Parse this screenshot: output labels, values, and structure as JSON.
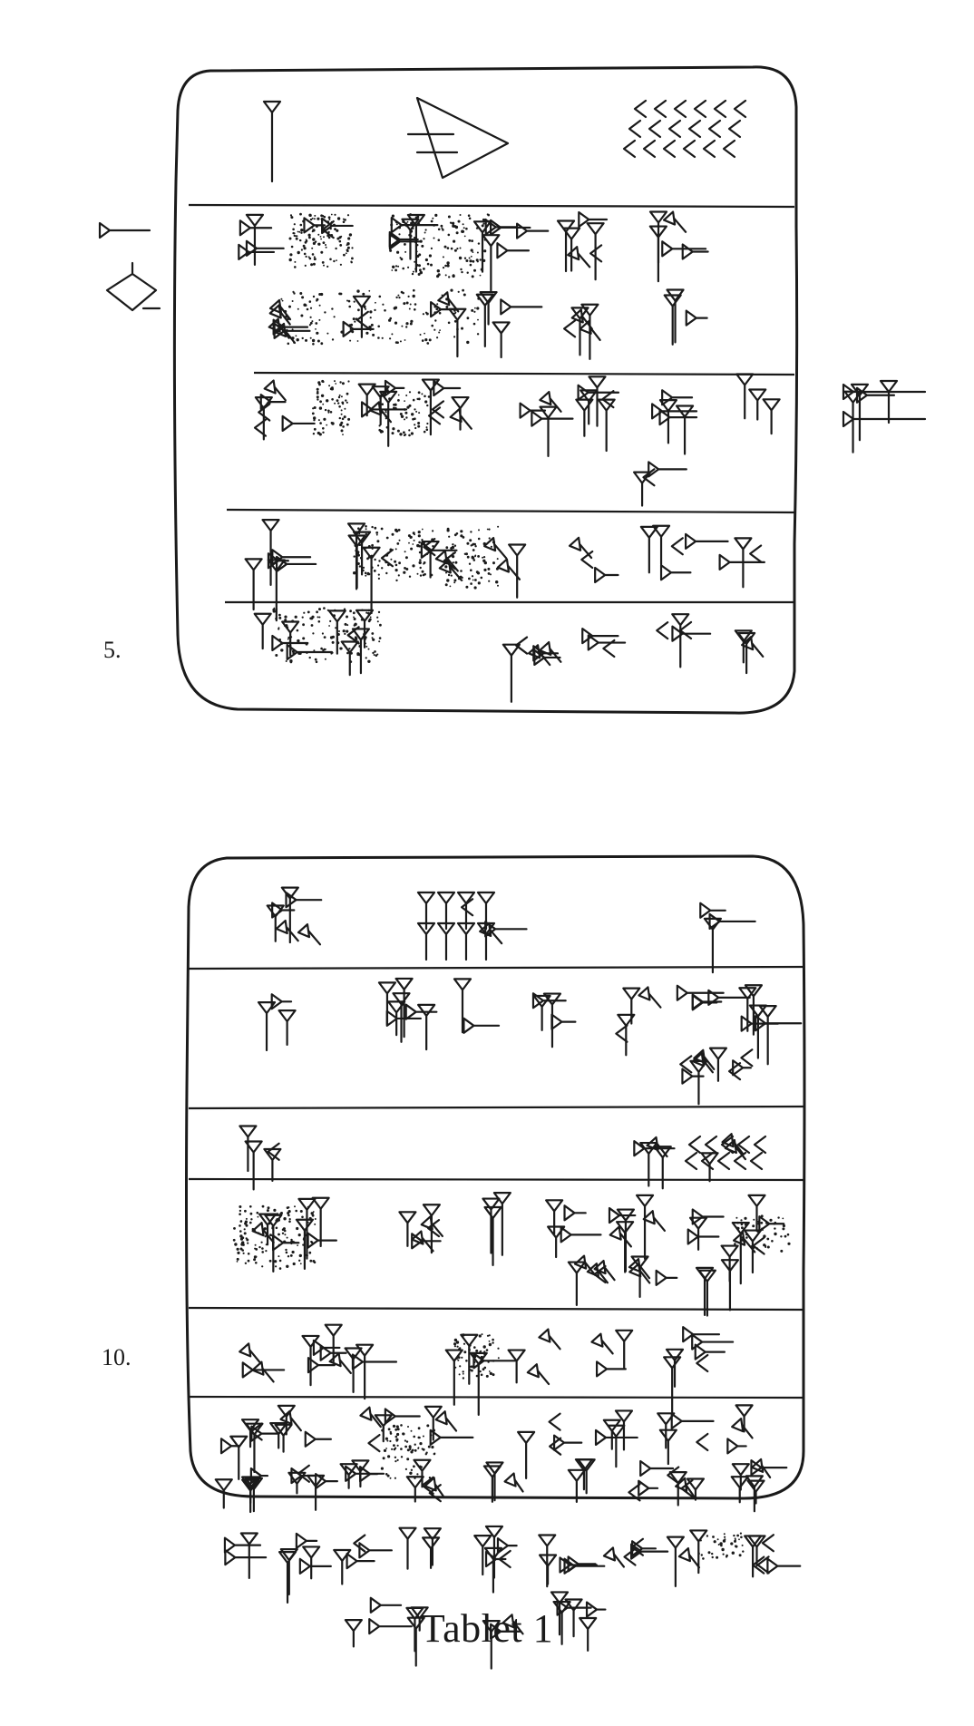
{
  "figure": {
    "caption": "Tablet 1",
    "line_numbers": {
      "line_5": "5.",
      "line_10": "10."
    },
    "ink_color": "#1a1a1a",
    "background_color": "#ffffff"
  }
}
